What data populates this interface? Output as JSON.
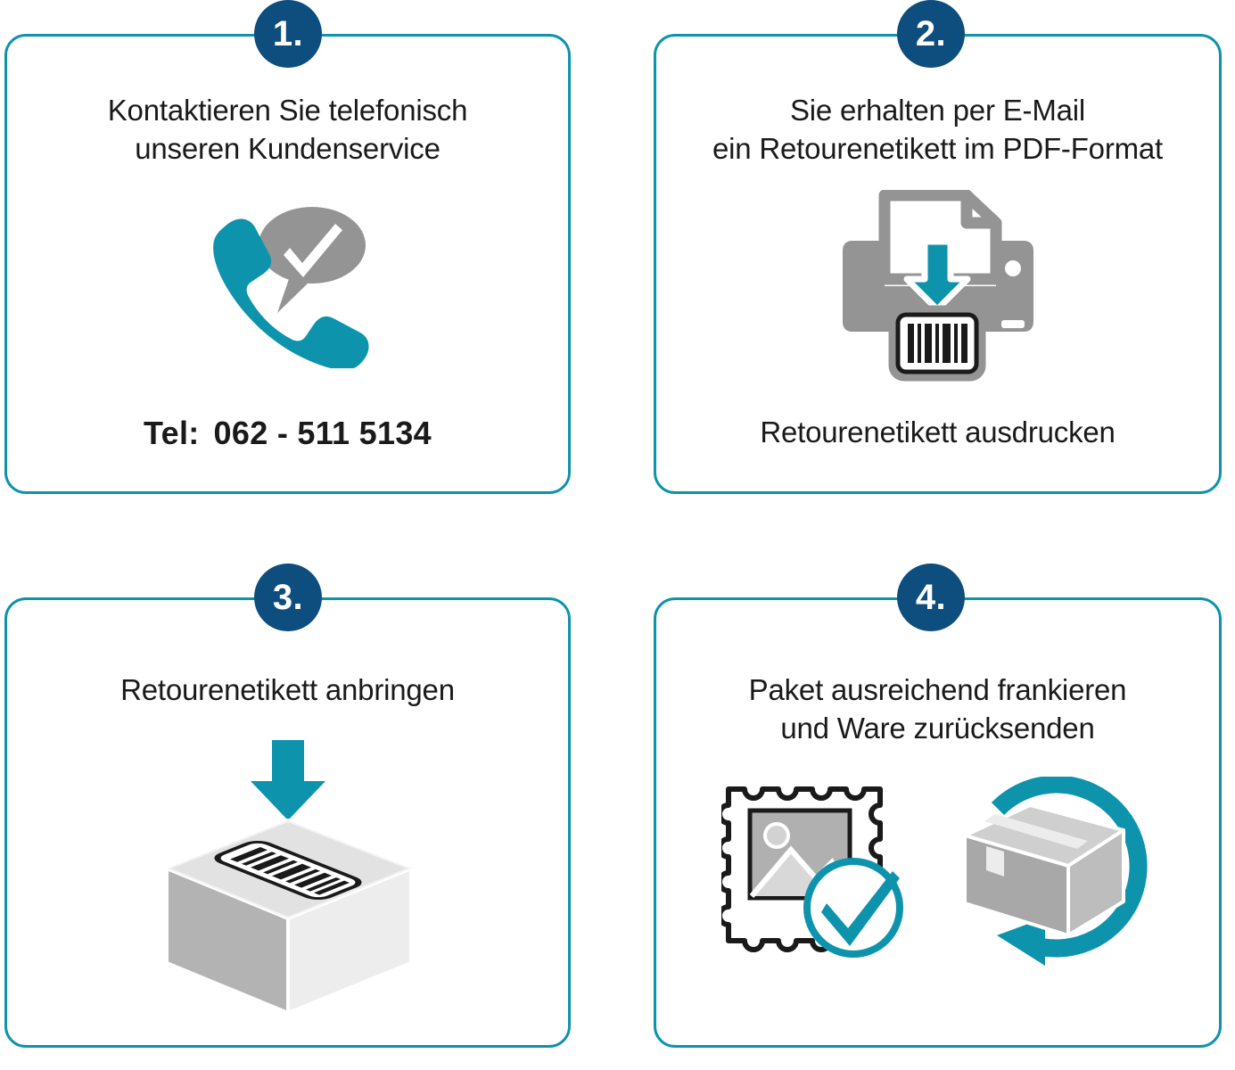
{
  "theme": {
    "teal": "#0e93ac",
    "navy": "#0e4e7e",
    "gray_icon": "#949494",
    "text": "#1a1a1a",
    "background": "#ffffff"
  },
  "steps": [
    {
      "number": "1.",
      "headline": "Kontaktieren Sie telefonisch\nunseren Kundenservice",
      "icon": "phone-with-check-bubble-icon",
      "tel_label": "Tel:",
      "tel_number": "062 - 511 5134"
    },
    {
      "number": "2.",
      "headline": "Sie erhalten per E-Mail\nein Retourenetikett im PDF-Format",
      "icon": "printer-with-barcode-label-icon",
      "caption": "Retourenetikett ausdrucken"
    },
    {
      "number": "3.",
      "headline": "Retourenetikett anbringen",
      "icon": "box-with-barcode-label-and-down-arrow-icon"
    },
    {
      "number": "4.",
      "headline": "Paket ausreichend frankieren\nund Ware zurücksenden",
      "icon_stamp": "postage-stamp-with-check-icon",
      "icon_parcel": "parcel-with-return-arrow-icon"
    }
  ]
}
